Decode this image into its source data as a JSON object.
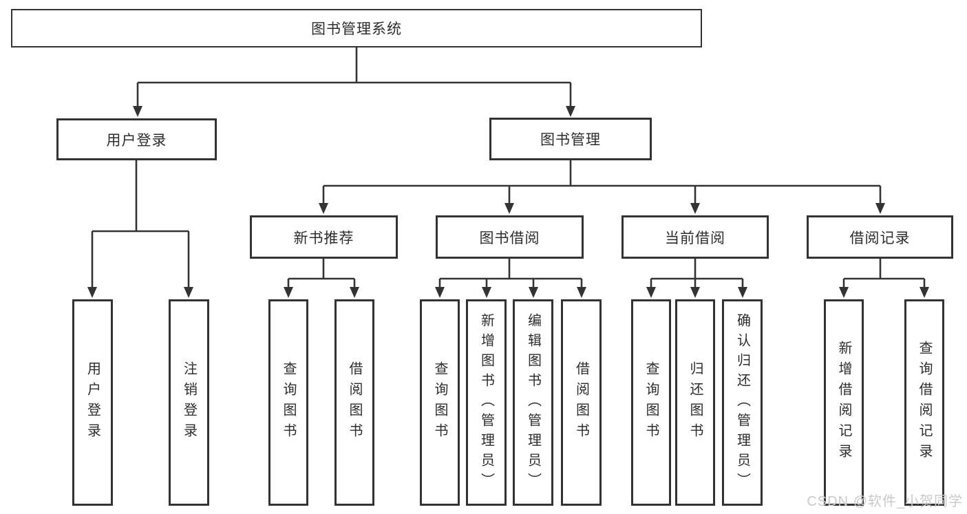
{
  "tree": {
    "label": "图书管理系统",
    "children": [
      {
        "label": "用户登录",
        "children": [
          {
            "label": "用户登录"
          },
          {
            "label": "注销登录"
          }
        ]
      },
      {
        "label": "图书管理",
        "children": [
          {
            "label": "新书推荐",
            "children": [
              {
                "label": "查询图书"
              },
              {
                "label": "借阅图书"
              }
            ]
          },
          {
            "label": "图书借阅",
            "children": [
              {
                "label": "查询图书"
              },
              {
                "label": "新增图书（管理员）"
              },
              {
                "label": "编辑图书（管理员）"
              },
              {
                "label": "借阅图书"
              }
            ]
          },
          {
            "label": "当前借阅",
            "children": [
              {
                "label": "查询图书"
              },
              {
                "label": "归还图书"
              },
              {
                "label": "确认归还（管理员）"
              }
            ]
          },
          {
            "label": "借阅记录",
            "children": [
              {
                "label": "新增借阅记录"
              },
              {
                "label": "查询借阅记录"
              }
            ]
          }
        ]
      }
    ]
  },
  "watermark": {
    "text": "CSDN @软件_小贺同学"
  },
  "colors": {
    "line": "#333333",
    "text": "#2d2d2d",
    "watermark": "#c9c9c9",
    "background": "#ffffff"
  }
}
